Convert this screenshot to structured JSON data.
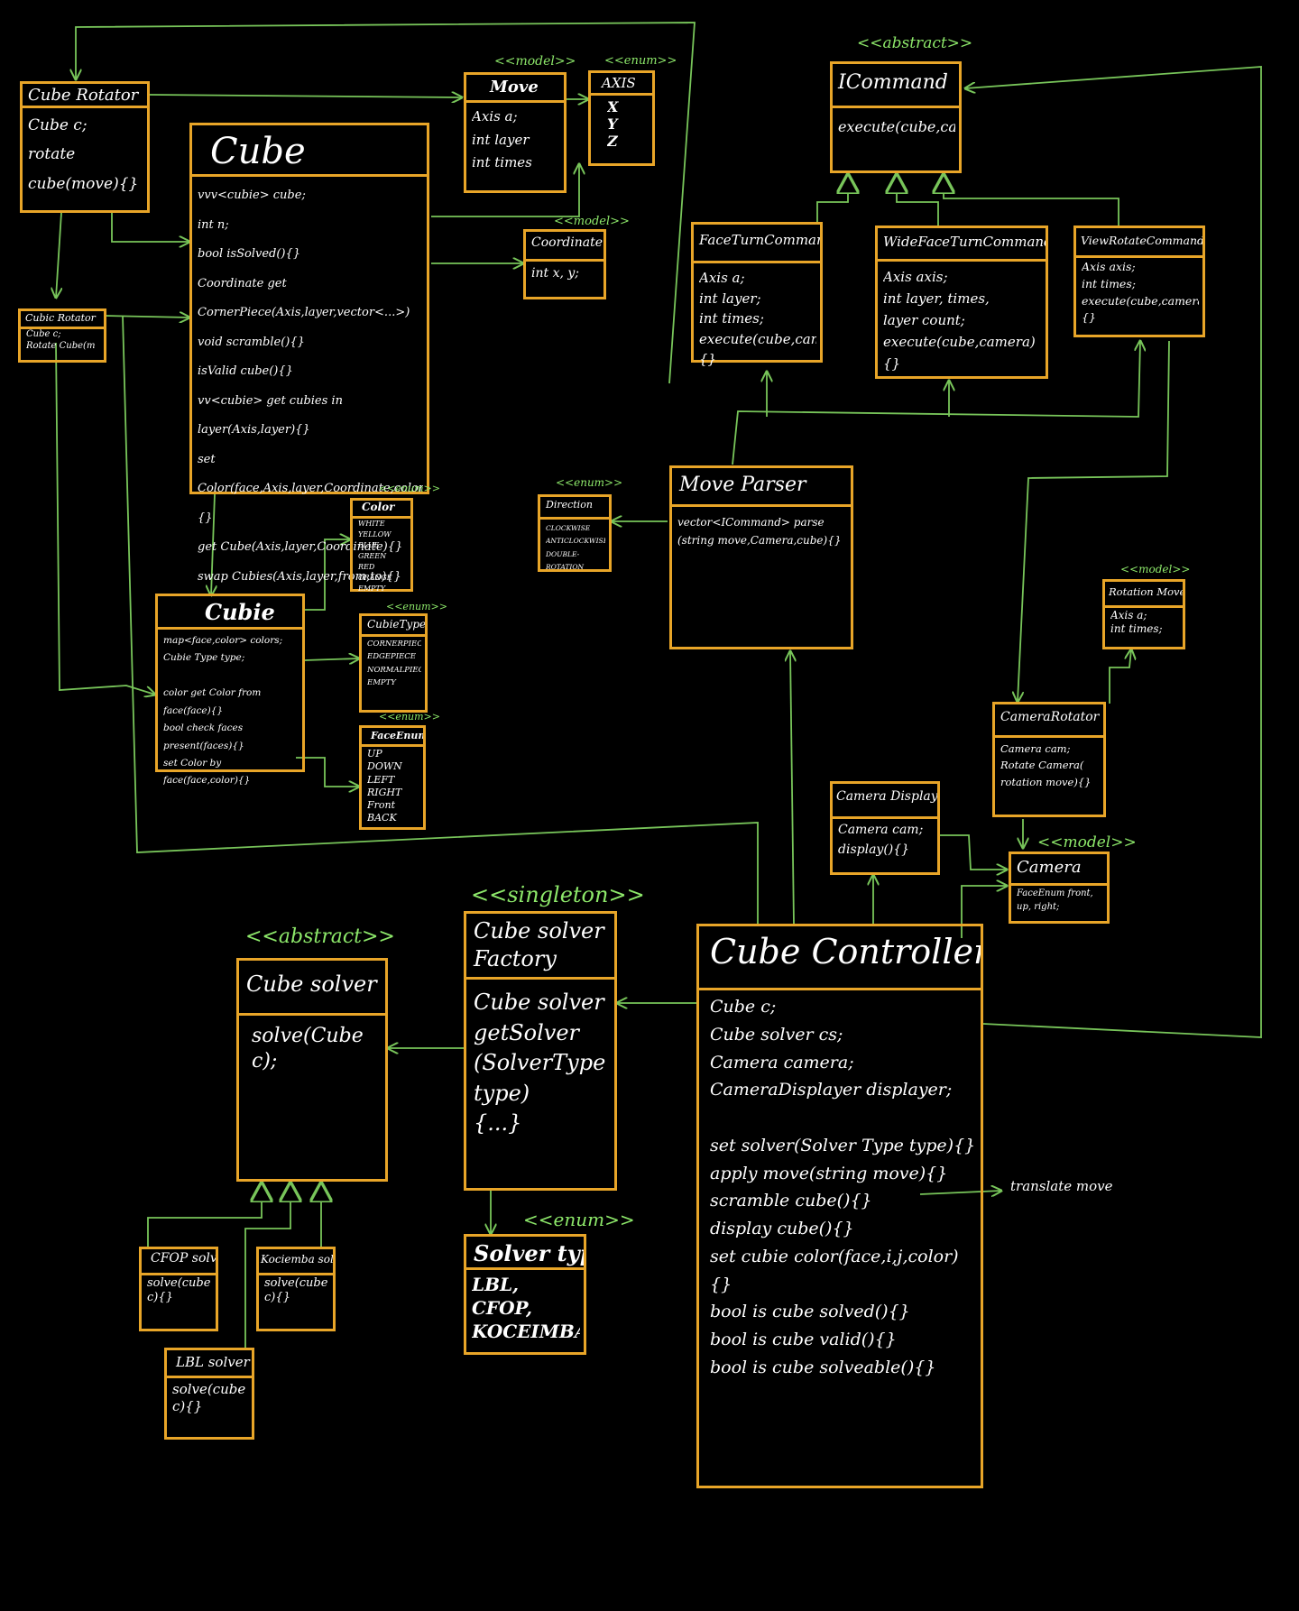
{
  "colors": {
    "background": "#000000",
    "box": "#e8a528",
    "arrow": "#8de86a",
    "text": "#ffffff"
  },
  "classes": {
    "cube_rotator": {
      "title": "Cube Rotator",
      "body": "Cube c;\nrotate cube(move){}"
    },
    "cube_rotator_small": {
      "title": "Cubic Rotator",
      "body": "Cube c;\nRotate Cube(m"
    },
    "cube": {
      "title": "Cube",
      "body": "vvv<cubie> cube;\nint n;\nbool isSolved(){}\nCoordinate get CornerPiece(Axis,layer,vector<...>)\nvoid scramble(){}\nisValid cube(){}\nvv<cubie> get cubies in layer(Axis,layer){}\nset Color(face,Axis,layer,Coordinate,color){}\nget Cube(Axis,layer,Coordinate){}\nswap Cubies(Axis,layer,from,to){}"
    },
    "move": {
      "stereo": "<<model>>",
      "title": "Move",
      "body": "Axis a;\nint layer\nint times"
    },
    "axis": {
      "stereo": "<<enum>>",
      "title": "AXIS",
      "body": "X\nY\nZ"
    },
    "coordinate": {
      "stereo": "<<model>>",
      "title": "Coordinate",
      "body": "int x, y;"
    },
    "color": {
      "stereo": "<<enum>>",
      "title": "Color",
      "body": "WHITE\nYELLOW\nBLUE\nGREEN\nRED\nORANGE\nEMPTY"
    },
    "cubie": {
      "title": "Cubie",
      "body": "map<face,color> colors;\nCubie Type type;\n\ncolor get Color from face(face){}\nbool check faces present(faces){}\nset Color by face(face,color){}"
    },
    "cubie_type": {
      "stereo": "<<enum>>",
      "title": "CubieType",
      "body": "CORNERPIECE\nEDGEPIECE\nNORMALPIECE\nEMPTY"
    },
    "face_enum": {
      "stereo": "<<enum>>",
      "title": "FaceEnum",
      "body": "UP\nDOWN\nLEFT\nRIGHT\nFront\nBACK"
    },
    "direction": {
      "stereo": "<<enum>>",
      "title": "Direction",
      "body": "CLOCKWISE\nANTICLOCKWISE\nDOUBLE-ROTATION"
    },
    "icommand": {
      "stereo": "<<abstract>>",
      "title": "ICommand",
      "body": "execute(cube,camera);"
    },
    "face_turn_command": {
      "title": "FaceTurnCommand",
      "body": "Axis a;\nint layer;\nint times;\nexecute(cube,camera){}"
    },
    "wide_face_turn_command": {
      "title": "WideFaceTurnCommand",
      "body": "Axis axis;\nint layer, times,\nlayer count;\nexecute(cube,camera){}"
    },
    "view_rotate_command": {
      "title": "ViewRotateCommand",
      "body": "Axis axis;\nint times;\nexecute(cube,camera){}"
    },
    "move_parser": {
      "title": "Move Parser",
      "body": "vector<ICommand> parse\n(string move,Camera,cube){}"
    },
    "rotation_move": {
      "stereo": "<<model>>",
      "title": "Rotation Move",
      "body": "Axis a;\nint times;"
    },
    "camera_rotator": {
      "title": "CameraRotator",
      "body": "Camera cam;\nRotate Camera(\nrotation move){}"
    },
    "camera_displayer": {
      "title": "Camera Displayer",
      "body": "Camera cam;\ndisplay(){}"
    },
    "camera": {
      "stereo": "<<model>>",
      "title": "Camera",
      "body": "FaceEnum front,\nup, right;"
    },
    "cube_solver": {
      "stereo": "<<abstract>>",
      "title": "Cube solver",
      "body": "solve(Cube c);"
    },
    "cube_solver_factory": {
      "stereo": "<<singleton>>",
      "title": "Cube solver\nFactory",
      "body": "Cube solver\ngetSolver\n(SolverType type)\n{...}"
    },
    "solver_type": {
      "stereo": "<<enum>>",
      "title": "Solver type",
      "body": "LBL,\nCFOP,\nKOCEIMBA"
    },
    "cfop_solver": {
      "title": "CFOP solver",
      "body": "solve(cube c){}"
    },
    "kociemba_solver": {
      "title": "Kociemba solver",
      "body": "solve(cube c){}"
    },
    "lbl_solver": {
      "title": "LBL solver",
      "body": "solve(cube c){}"
    },
    "cube_controller": {
      "title": "Cube Controller",
      "body": "Cube c;\nCube solver cs;\nCamera camera;\nCameraDisplayer displayer;\n\nset solver(Solver Type type){}\napply move(string move){}\nscramble cube(){}\ndisplay cube(){}\nset cubie color(face,i,j,color){}\nbool is cube solved(){}\nbool is cube valid(){}\nbool is cube solveable(){}"
    }
  },
  "notes": {
    "translate_move": "translate move"
  }
}
